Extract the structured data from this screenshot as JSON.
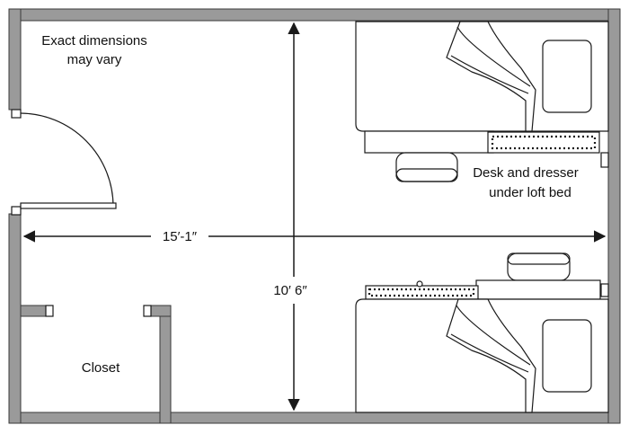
{
  "notes": {
    "dimensions_line1": "Exact dimensions",
    "dimensions_line2": "may vary",
    "loft_line1": "Desk and dresser",
    "loft_line2": "under loft bed",
    "closet": "Closet"
  },
  "dimensions": {
    "width": "15′-1″",
    "depth": "10′ 6″"
  },
  "colors": {
    "wall_fill": "#9a9a9a",
    "wall_edge": "#3a3a3a",
    "line": "#1a1a1a",
    "background": "#ffffff"
  }
}
